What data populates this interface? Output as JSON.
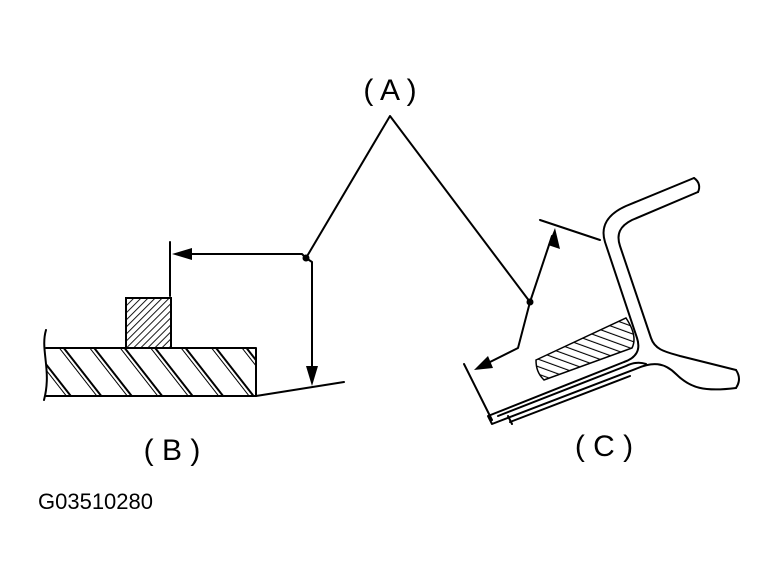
{
  "labels": {
    "a": "( A )",
    "b": "( B )",
    "c": "( C )"
  },
  "figure_code": "G03510280"
}
